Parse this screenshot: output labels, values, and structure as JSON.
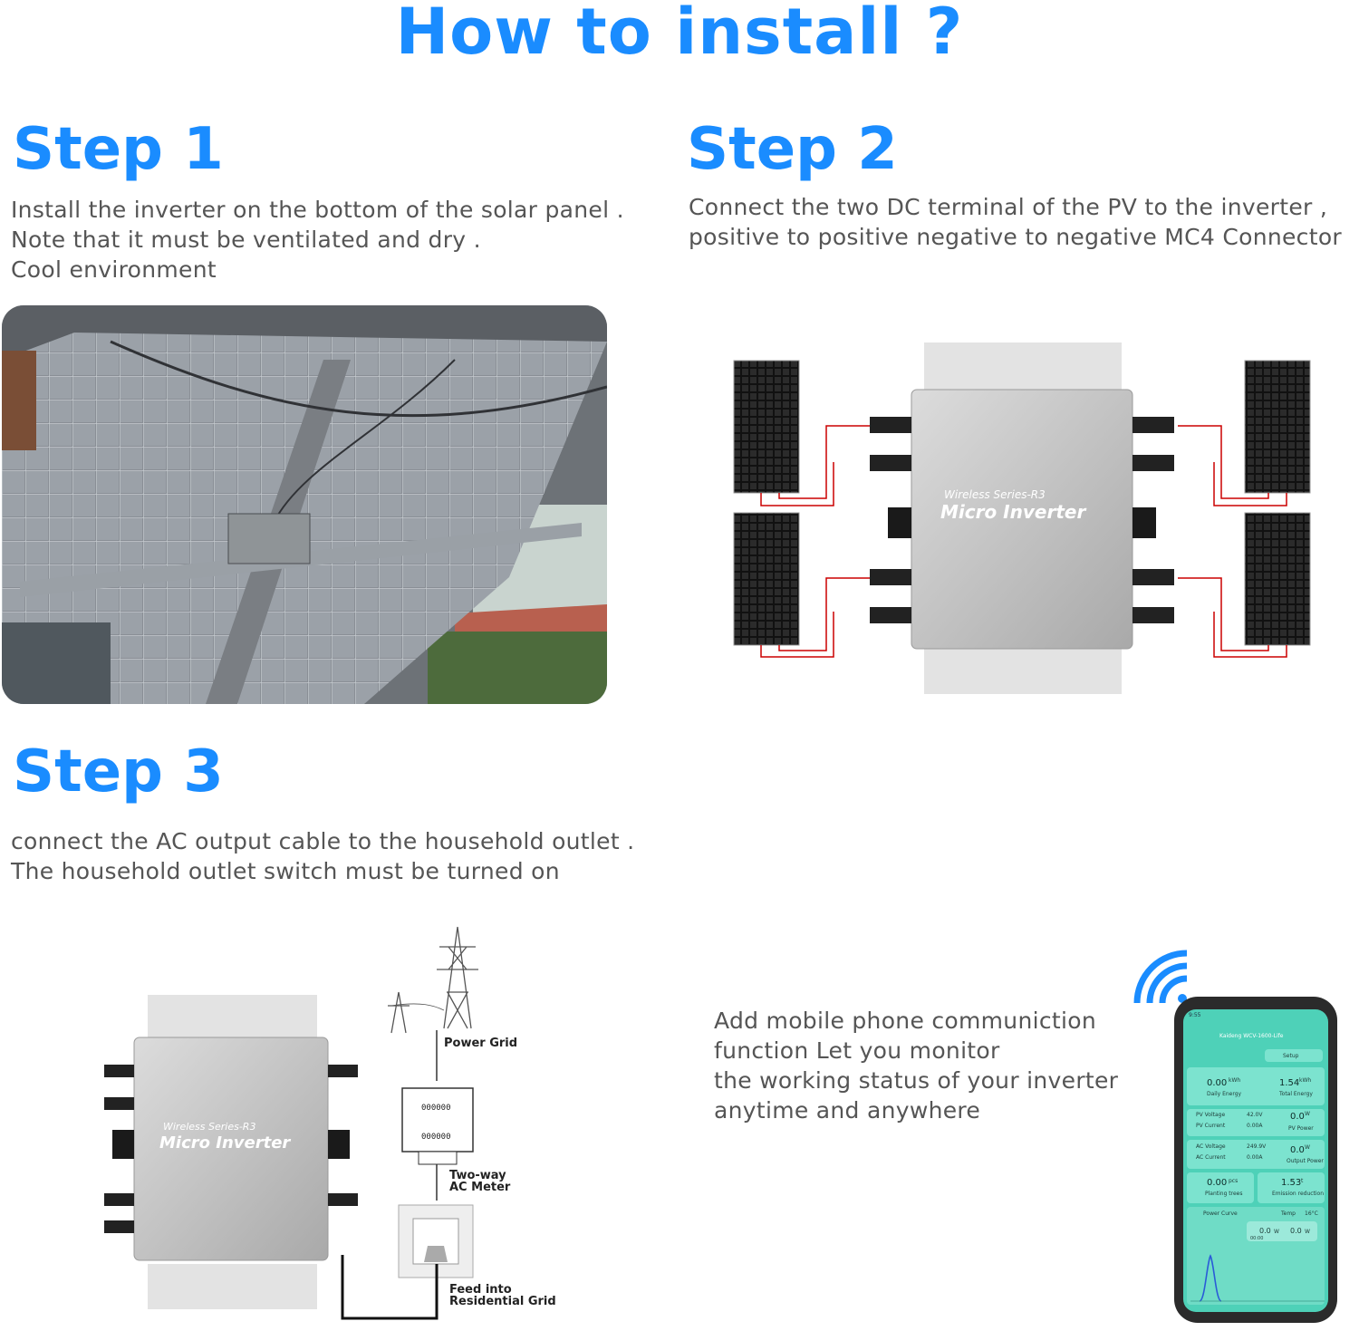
{
  "title": "How to install ?",
  "steps": [
    {
      "title": "Step  1",
      "lines": [
        "Install the inverter on the bottom of the solar panel .",
        "Note that it must be ventilated and dry .",
        "Cool environment"
      ]
    },
    {
      "title": "Step  2",
      "lines": [
        "Connect the two DC terminal of the PV to the inverter ,",
        "positive to positive negative to negative MC4 Connector"
      ]
    },
    {
      "title": "Step  3",
      "lines": [
        "connect the AC output cable to the household outlet .",
        "The household  outlet switch must be turned on"
      ]
    }
  ],
  "inverter": {
    "series": "Wireless Series-R3",
    "model": "Micro Inverter"
  },
  "diagram": {
    "power_grid": "Power Grid",
    "meter": [
      "Two-way",
      "AC Meter"
    ],
    "meter_digits": "000000",
    "feed": [
      "Feed into",
      "Residential Grid"
    ]
  },
  "app_text": [
    "Add mobile phone communiction",
    "function Let you monitor",
    "the working status of your inverter",
    "anytime and anywhere"
  ],
  "phone": {
    "status_time": "9:55",
    "app_title": "Kaideng WCV-1600-Life",
    "setup": "Setup",
    "daily_energy": {
      "value": "0.00",
      "unit": "kWh",
      "label": "Daily Energy"
    },
    "total_energy": {
      "value": "1.54",
      "unit": "kWh",
      "label": "Total Energy"
    },
    "pv_voltage": {
      "label": "PV Voltage",
      "value": "42.0V"
    },
    "pv_current": {
      "label": "PV Current",
      "value": "0.00A"
    },
    "pv_power": {
      "value": "0.0",
      "unit": "W",
      "label": "PV Power"
    },
    "ac_voltage": {
      "label": "AC Voltage",
      "value": "249.9V"
    },
    "ac_current": {
      "label": "AC Current",
      "value": "0.00A"
    },
    "output_power": {
      "value": "0.0",
      "unit": "W",
      "label": "Output Power"
    },
    "planting_trees": {
      "value": "0.00",
      "unit": "pcs",
      "label": "Planting trees"
    },
    "emission_reduction": {
      "value": "1.53",
      "unit": "t",
      "label": "Emission reduction"
    },
    "power_curve": "Power Curve",
    "temp_label": "Temp",
    "temp_value": "16°C",
    "curve_values": [
      "0.0",
      "0.0"
    ],
    "curve_units": [
      "W",
      "W"
    ],
    "curve_time": "00:00"
  },
  "colors": {
    "accent": "#1a8cff",
    "text": "#555555",
    "app": "#4ed1b8"
  }
}
